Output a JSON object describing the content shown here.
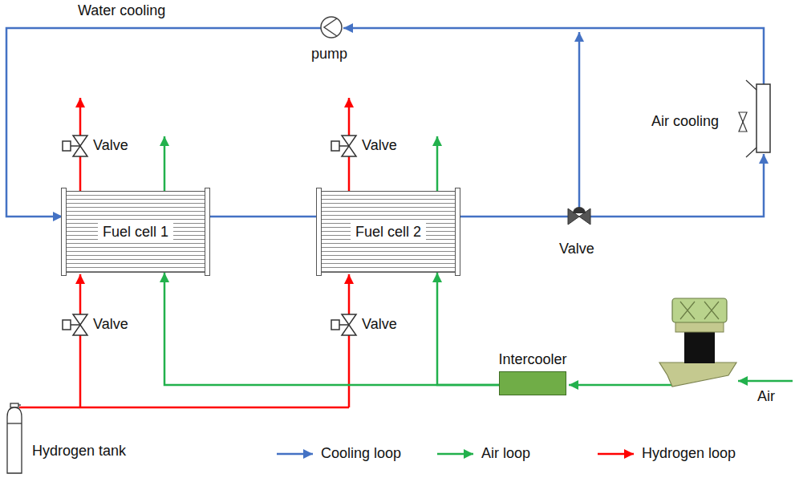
{
  "diagram": {
    "nodes": [
      {
        "text": [
          "Fuel cell 1"
        ]
      },
      {
        "text": [
          "Fuel cell 2"
        ]
      },
      {
        "text": [
          "Intercooler"
        ]
      }
    ],
    "edges": [
      {
        "from": 2,
        "to": 0,
        "arrow": "to"
      },
      {
        "from": 2,
        "to": 1,
        "arrow": "to"
      },
      {
        "from": 0,
        "to": 1,
        "arrow": "none"
      }
    ],
    "labels": [
      "Water cooling",
      "pump",
      "Valve",
      "Valve",
      "Air cooling",
      "Valve",
      "Valve",
      "Valve",
      "Air",
      "Hydrogen tank"
    ],
    "legend": [
      {
        "text": "Cooling loop"
      },
      {
        "text": "Air loop"
      },
      {
        "text": "Hydrogen loop"
      }
    ]
  }
}
